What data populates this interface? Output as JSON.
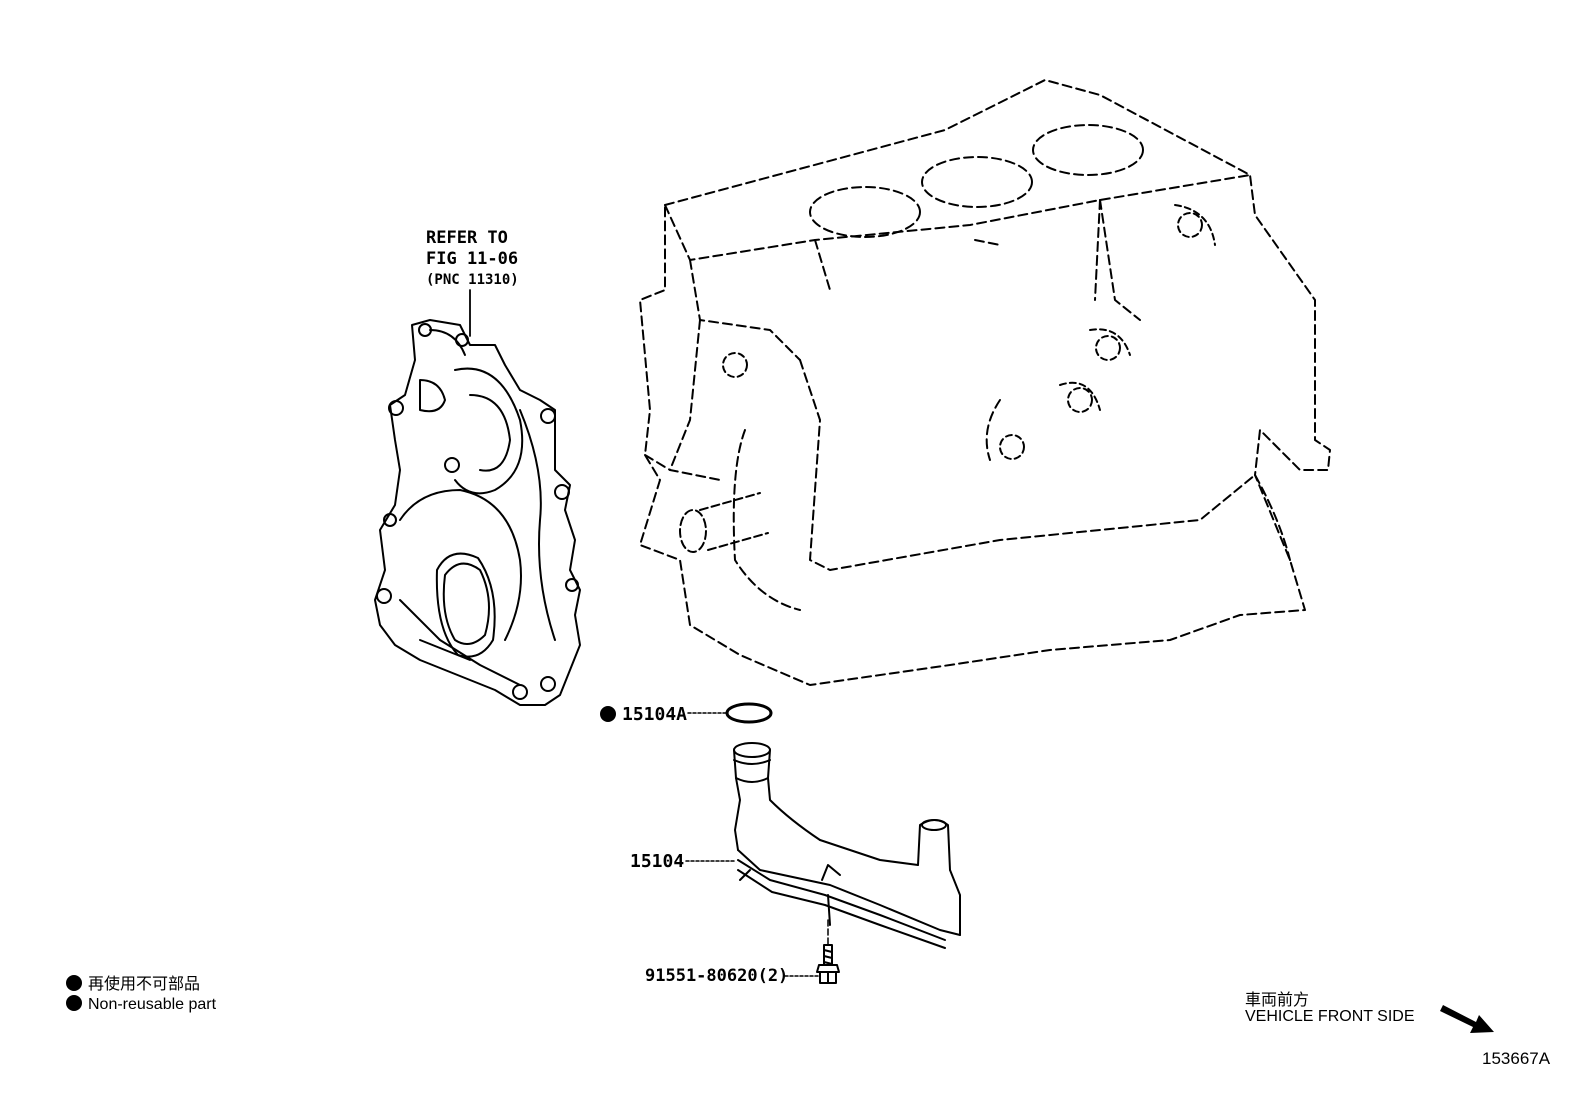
{
  "refer_note": {
    "line1": "REFER TO",
    "line2": "FIG 11-06",
    "line3": "(PNC 11310)"
  },
  "parts": [
    {
      "id": "oring",
      "label": "15104A",
      "non_reusable": true
    },
    {
      "id": "strainer",
      "label": "15104",
      "non_reusable": false
    },
    {
      "id": "bolt",
      "label": "91551-80620(2)",
      "non_reusable": false
    }
  ],
  "legend": {
    "ja": "再使用不可部品",
    "en": "Non-reusable part"
  },
  "direction": {
    "ja": "車両前方",
    "en": "VEHICLE FRONT SIDE",
    "icon": "arrow-down-right-icon"
  },
  "figure_code": "153667A"
}
